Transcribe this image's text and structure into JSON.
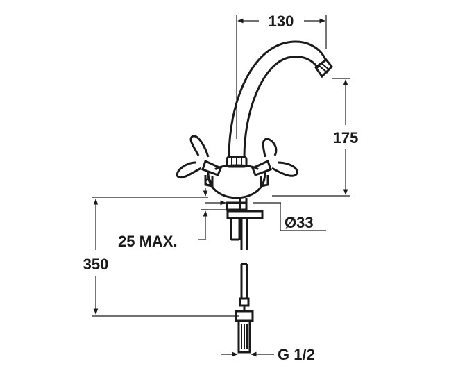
{
  "dimensions": {
    "spout_reach": "130",
    "spout_height": "175",
    "base_diameter": "Ø33",
    "max_deck_thickness": "25 MAX.",
    "hose_length": "350",
    "connection_thread": "G 1/2"
  }
}
